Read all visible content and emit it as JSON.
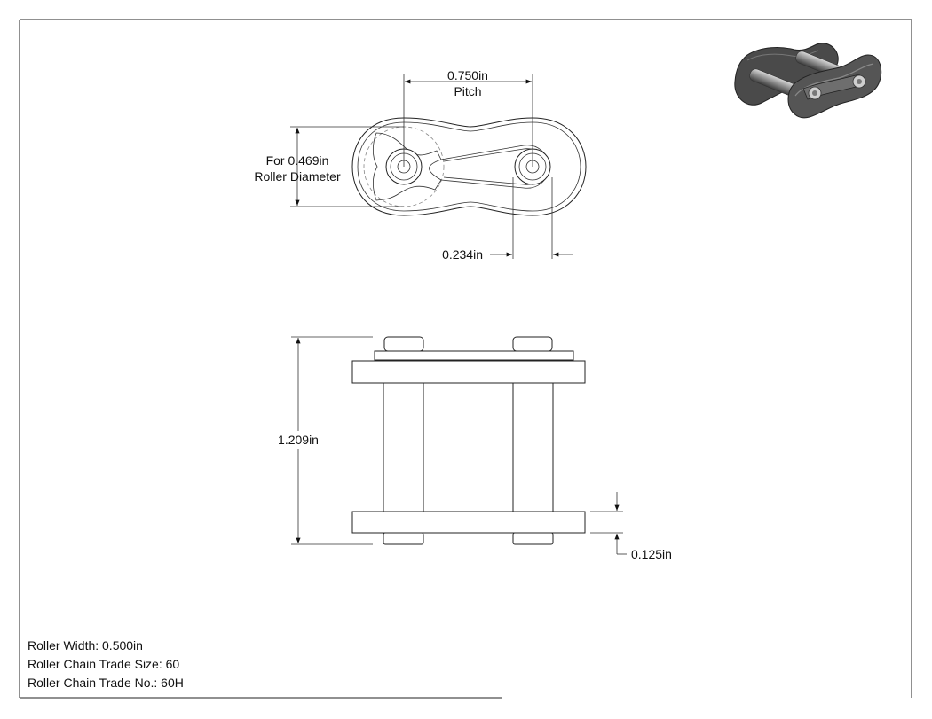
{
  "drawing": {
    "pitch_value": "0.750in",
    "pitch_label": "Pitch",
    "roller_line1": "For 0.469in",
    "roller_line2": "Roller Diameter",
    "pin_dim": "0.234in",
    "width_dim": "1.209in",
    "plate_dim": "0.125in"
  },
  "specs": [
    "Roller Width: 0.500in",
    "Roller Chain Trade Size: 60",
    "Roller Chain Trade No.: 60H"
  ],
  "colors": {
    "line": "#222222",
    "part_fill": "#ffffff",
    "iso_dark": "#4a4a4a",
    "iso_mid": "#6e6e6e"
  }
}
